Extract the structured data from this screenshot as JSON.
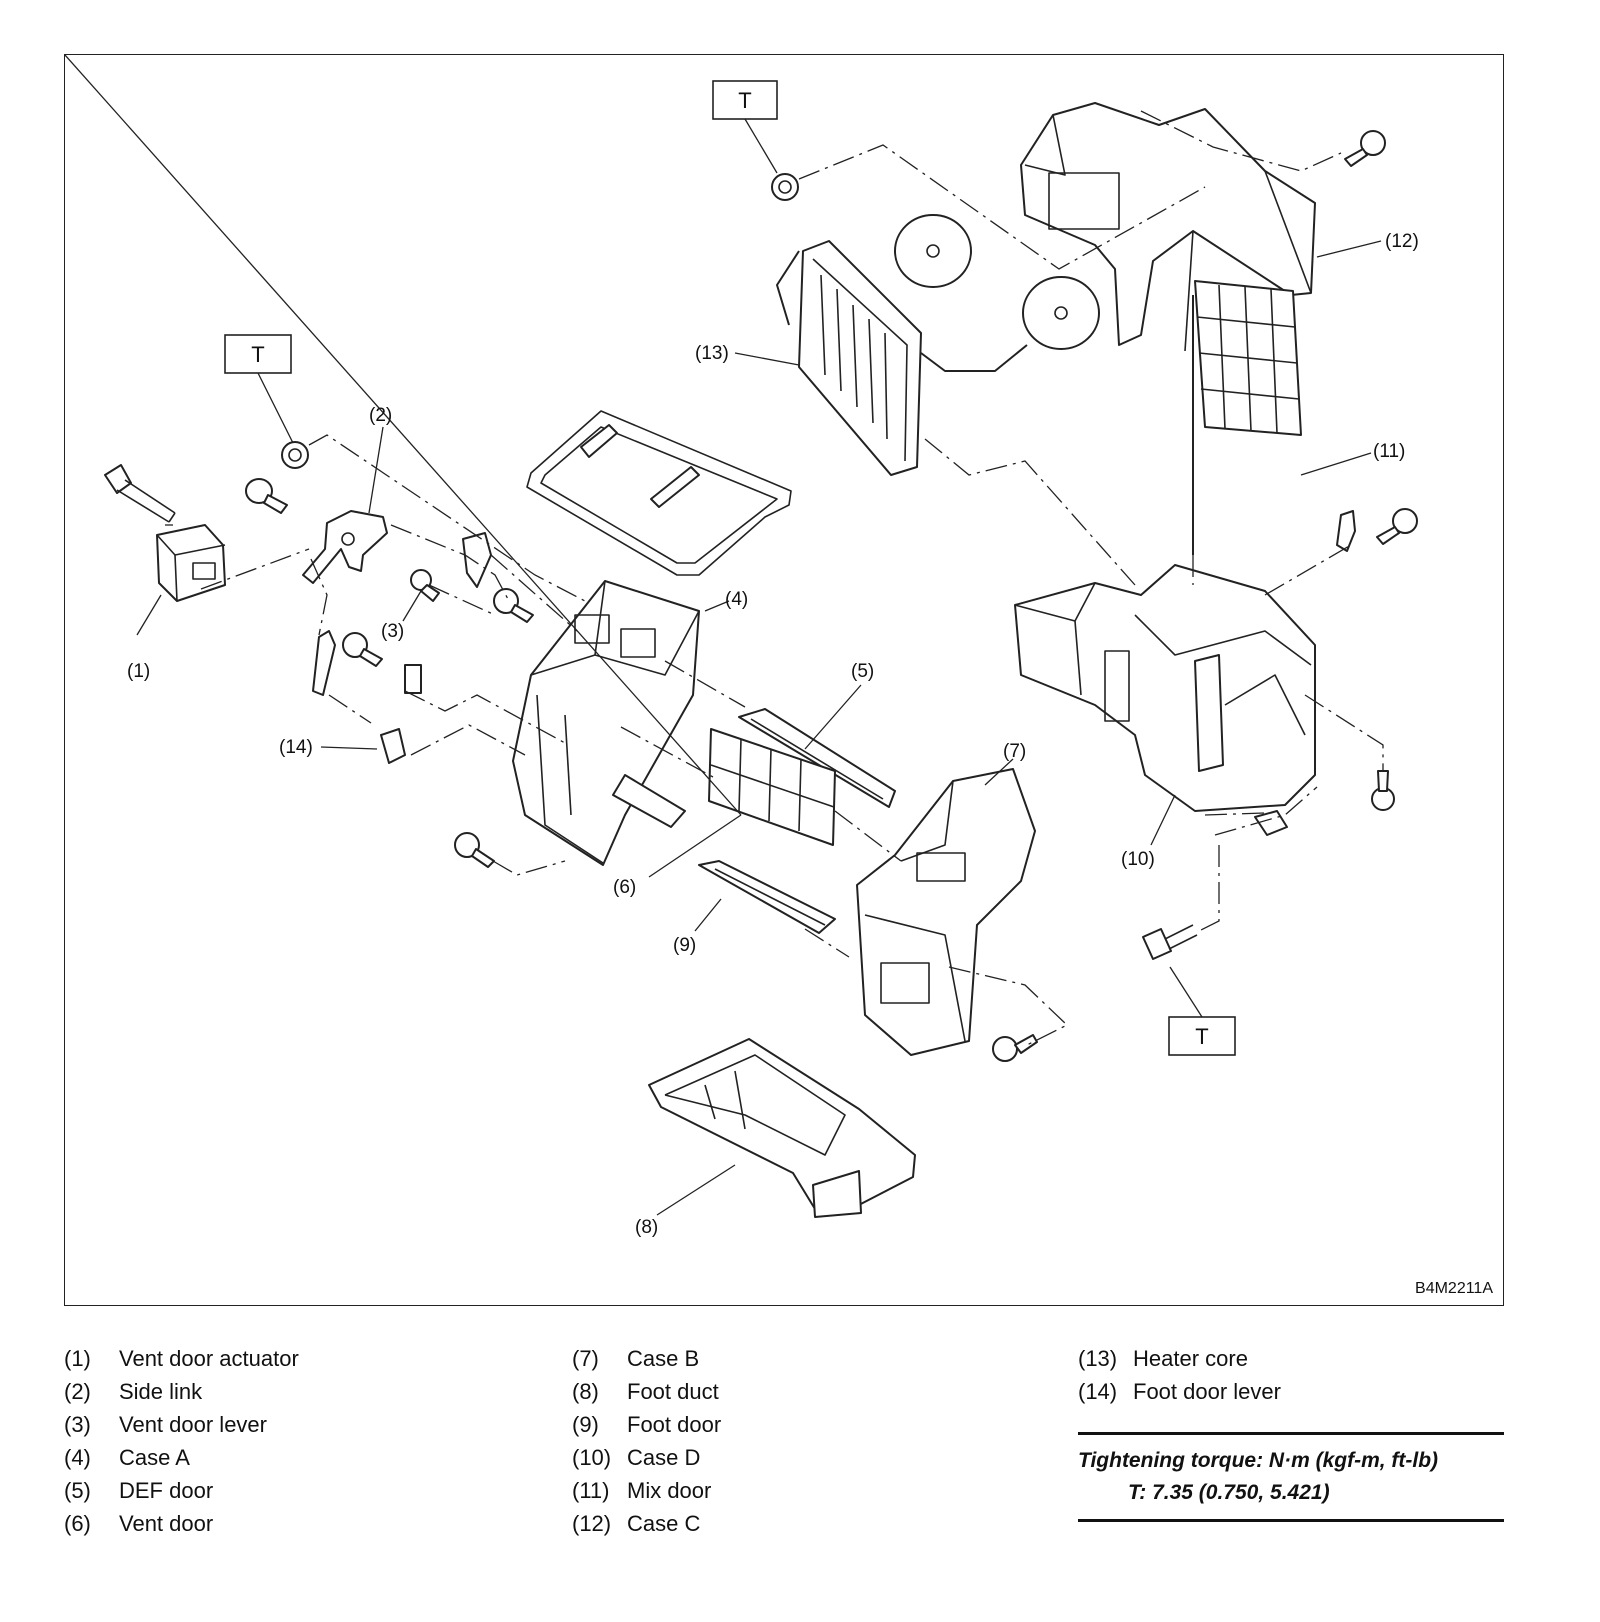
{
  "figure": {
    "code": "B4M2211A",
    "torque_marker": "T",
    "callouts": [
      "(1)",
      "(2)",
      "(3)",
      "(4)",
      "(5)",
      "(6)",
      "(7)",
      "(8)",
      "(9)",
      "(10)",
      "(11)",
      "(12)",
      "(13)",
      "(14)"
    ]
  },
  "legend": {
    "col1": [
      {
        "num": "(1)",
        "label": "Vent door actuator"
      },
      {
        "num": "(2)",
        "label": "Side link"
      },
      {
        "num": "(3)",
        "label": "Vent door lever"
      },
      {
        "num": "(4)",
        "label": "Case A"
      },
      {
        "num": "(5)",
        "label": "DEF door"
      },
      {
        "num": "(6)",
        "label": "Vent door"
      }
    ],
    "col2": [
      {
        "num": "(7)",
        "label": "Case B"
      },
      {
        "num": "(8)",
        "label": "Foot duct"
      },
      {
        "num": "(9)",
        "label": "Foot door"
      },
      {
        "num": "(10)",
        "label": "Case D"
      },
      {
        "num": "(11)",
        "label": "Mix door"
      },
      {
        "num": "(12)",
        "label": "Case C"
      }
    ],
    "col3": [
      {
        "num": "(13)",
        "label": "Heater core"
      },
      {
        "num": "(14)",
        "label": "Foot door lever"
      }
    ]
  },
  "torque": {
    "heading": "Tightening torque: N·m (kgf-m, ft-lb)",
    "value": "T: 7.35 (0.750, 5.421)"
  }
}
